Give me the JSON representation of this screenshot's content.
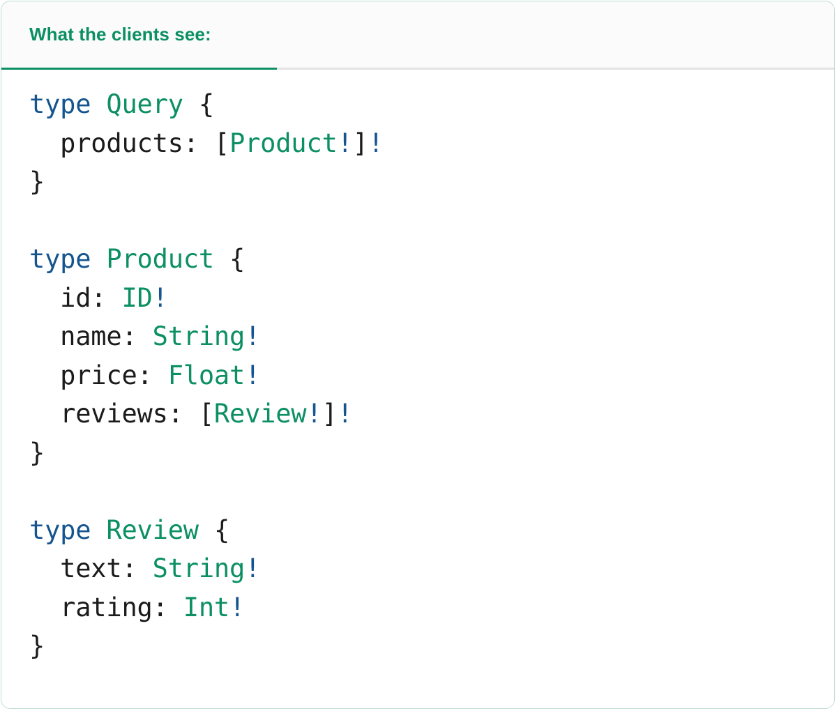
{
  "card": {
    "border_color": "#bfdcce",
    "background": "#ffffff"
  },
  "header": {
    "tab_label": "What the clients see:",
    "tab_active": true,
    "accent_color": "#0b8f63",
    "strip_background": "#fbfbfb",
    "divider_color": "#e3e3e5"
  },
  "theme": {
    "keyword_color": "#15558f",
    "type_color": "#0b8f63",
    "punctuation_color": "#1b1b1b",
    "field_color": "#1b1b1b",
    "bang_color": "#15558f"
  },
  "code": {
    "language": "graphql",
    "lines": [
      [
        {
          "t": "type",
          "c": "kw"
        },
        {
          "t": " ",
          "c": "sp"
        },
        {
          "t": "Query",
          "c": "type"
        },
        {
          "t": " ",
          "c": "sp"
        },
        {
          "t": "{",
          "c": "pun"
        }
      ],
      [
        {
          "t": "  ",
          "c": "sp"
        },
        {
          "t": "products:",
          "c": "fld"
        },
        {
          "t": " ",
          "c": "sp"
        },
        {
          "t": "[",
          "c": "pun"
        },
        {
          "t": "Product",
          "c": "type"
        },
        {
          "t": "!",
          "c": "bang"
        },
        {
          "t": "]",
          "c": "pun"
        },
        {
          "t": "!",
          "c": "bang"
        }
      ],
      [
        {
          "t": "}",
          "c": "pun"
        }
      ],
      [],
      [
        {
          "t": "type",
          "c": "kw"
        },
        {
          "t": " ",
          "c": "sp"
        },
        {
          "t": "Product",
          "c": "type"
        },
        {
          "t": " ",
          "c": "sp"
        },
        {
          "t": "{",
          "c": "pun"
        }
      ],
      [
        {
          "t": "  ",
          "c": "sp"
        },
        {
          "t": "id:",
          "c": "fld"
        },
        {
          "t": " ",
          "c": "sp"
        },
        {
          "t": "ID",
          "c": "type"
        },
        {
          "t": "!",
          "c": "bang"
        }
      ],
      [
        {
          "t": "  ",
          "c": "sp"
        },
        {
          "t": "name:",
          "c": "fld"
        },
        {
          "t": " ",
          "c": "sp"
        },
        {
          "t": "String",
          "c": "type"
        },
        {
          "t": "!",
          "c": "bang"
        }
      ],
      [
        {
          "t": "  ",
          "c": "sp"
        },
        {
          "t": "price:",
          "c": "fld"
        },
        {
          "t": " ",
          "c": "sp"
        },
        {
          "t": "Float",
          "c": "type"
        },
        {
          "t": "!",
          "c": "bang"
        }
      ],
      [
        {
          "t": "  ",
          "c": "sp"
        },
        {
          "t": "reviews:",
          "c": "fld"
        },
        {
          "t": " ",
          "c": "sp"
        },
        {
          "t": "[",
          "c": "pun"
        },
        {
          "t": "Review",
          "c": "type"
        },
        {
          "t": "!",
          "c": "bang"
        },
        {
          "t": "]",
          "c": "pun"
        },
        {
          "t": "!",
          "c": "bang"
        }
      ],
      [
        {
          "t": "}",
          "c": "pun"
        }
      ],
      [],
      [
        {
          "t": "type",
          "c": "kw"
        },
        {
          "t": " ",
          "c": "sp"
        },
        {
          "t": "Review",
          "c": "type"
        },
        {
          "t": " ",
          "c": "sp"
        },
        {
          "t": "{",
          "c": "pun"
        }
      ],
      [
        {
          "t": "  ",
          "c": "sp"
        },
        {
          "t": "text:",
          "c": "fld"
        },
        {
          "t": " ",
          "c": "sp"
        },
        {
          "t": "String",
          "c": "type"
        },
        {
          "t": "!",
          "c": "bang"
        }
      ],
      [
        {
          "t": "  ",
          "c": "sp"
        },
        {
          "t": "rating:",
          "c": "fld"
        },
        {
          "t": " ",
          "c": "sp"
        },
        {
          "t": "Int",
          "c": "type"
        },
        {
          "t": "!",
          "c": "bang"
        }
      ],
      [
        {
          "t": "}",
          "c": "pun"
        }
      ]
    ]
  }
}
